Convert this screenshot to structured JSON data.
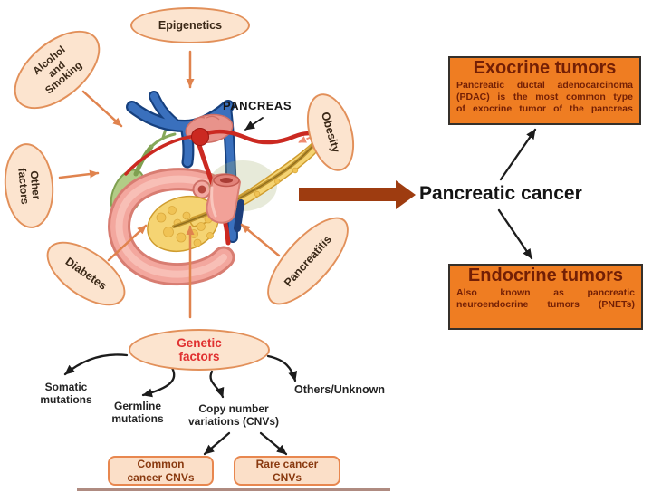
{
  "factors": {
    "epigenetics": "Epigenetics",
    "alcohol_smoking": "Alcohol\nand\nSmoking",
    "other_factors": "Other\nfactors",
    "diabetes": "Diabetes",
    "obesity": "Obesity",
    "pancreatitis": "Pancreatitis",
    "genetic": "Genetic\nfactors"
  },
  "pancreas_label": "PANCREAS",
  "cancer_label": "Pancreatic cancer",
  "tumor_boxes": {
    "exocrine": {
      "title": "Exocrine tumors",
      "body": "Pancreatic ductal adenocarcinoma\n(PDAC) is the most common type\nof exocrine tumor of the pancreas"
    },
    "endocrine": {
      "title": "Endocrine tumors",
      "body": "Also known as pancreatic\nneuroendocrine tumors (PNETs)"
    }
  },
  "genetic_branches": {
    "somatic": "Somatic\nmutations",
    "germline": "Germline\nmutations",
    "copy_number": "Copy number\nvariations (CNVs)",
    "others": "Others/Unknown"
  },
  "cnv_boxes": {
    "common": "Common\ncancer CNVs",
    "rare": "Rare cancer\nCNVs"
  },
  "colors": {
    "oval_fill": "#fce4cf",
    "oval_border": "#e2905a",
    "oval_text": "#3a2817",
    "genetic_text": "#e03030",
    "orange_arrow": "#e0834e",
    "salmon_arrow": "#ef8a70",
    "black_arrow": "#1c1c1c",
    "brown_arrow": "#9e3c10",
    "tumor_box_fill": "#ef7d22",
    "tumor_box_border": "#35302b",
    "tumor_box_text": "#731f05",
    "cnv_box_fill": "#fbdfc8",
    "cnv_box_border": "#e8874f",
    "cnv_box_text": "#8a3a10",
    "label_text": "#242424"
  }
}
